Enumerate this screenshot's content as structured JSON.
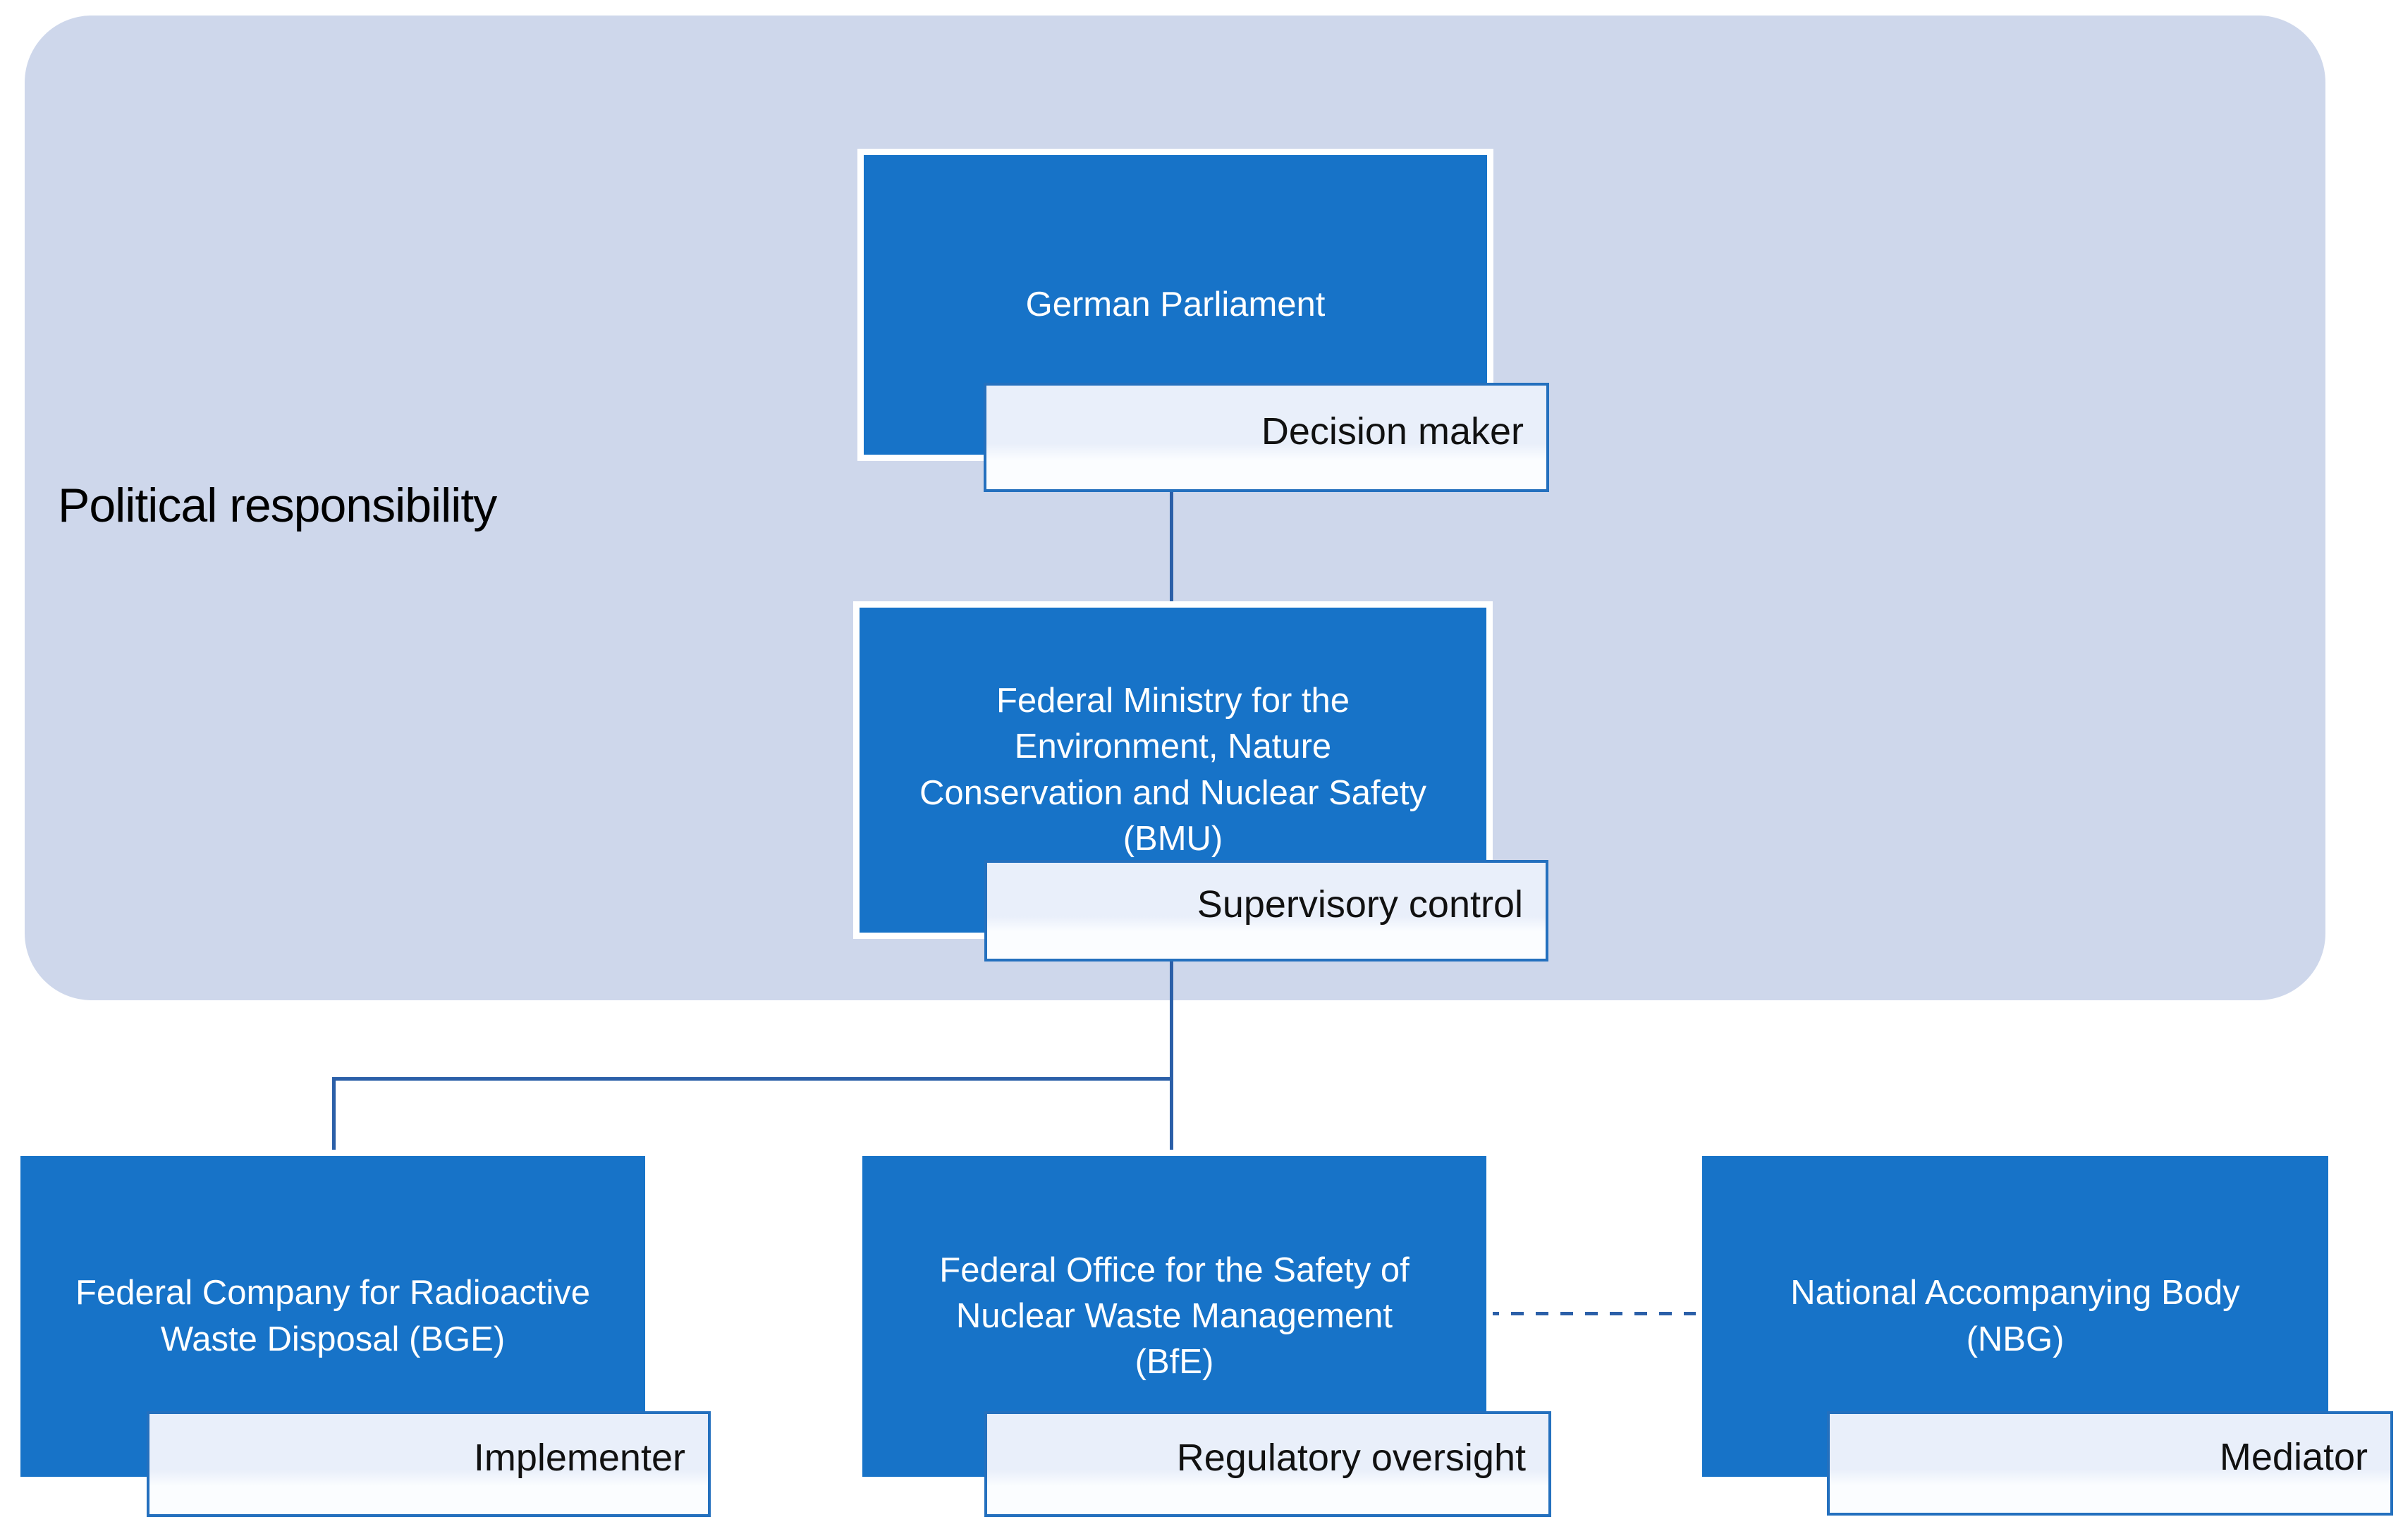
{
  "colors": {
    "box_fill": "#1773C8",
    "region_fill": "#CED7EB",
    "connector": "#2B5FA8",
    "label_border": "#2470BE",
    "label_fill_top": "#E9EFFA",
    "label_fill_bottom": "#FBFDFF",
    "text_white": "#FFFFFF",
    "text_black": "#111111"
  },
  "diagram": {
    "region_label": "Political responsibility",
    "nodes": {
      "parliament": {
        "name": "German Parliament",
        "role": "Decision maker"
      },
      "bmu": {
        "name": "Federal Ministry for the\nEnvironment, Nature\nConservation and Nuclear Safety\n(BMU)",
        "role": "Supervisory control"
      },
      "bge": {
        "name": "Federal Company for Radioactive\nWaste Disposal (BGE)",
        "role": "Implementer"
      },
      "bfe": {
        "name": "Federal Office for the Safety of\nNuclear Waste Management\n(BfE)",
        "role": "Regulatory oversight"
      },
      "nbg": {
        "name": "National Accompanying Body\n(NBG)",
        "role": "Mediator"
      }
    }
  }
}
